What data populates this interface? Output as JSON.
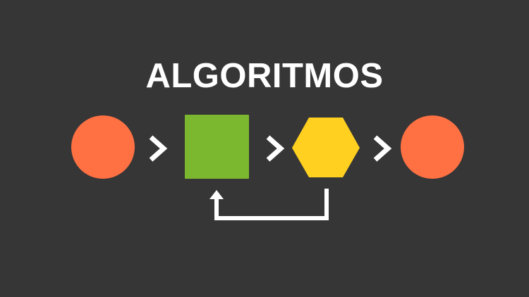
{
  "title": "ALGORITMOS",
  "colors": {
    "background": "#363636",
    "start_end": "#FF7043",
    "process": "#7CB82F",
    "decision": "#FFD020",
    "arrows": "#FFFFFF",
    "title": "#FFFFFF"
  },
  "flow": [
    "start-circle",
    "process-square",
    "decision-hexagon",
    "end-circle"
  ],
  "loop": {
    "from": "decision-hexagon",
    "to": "process-square"
  }
}
